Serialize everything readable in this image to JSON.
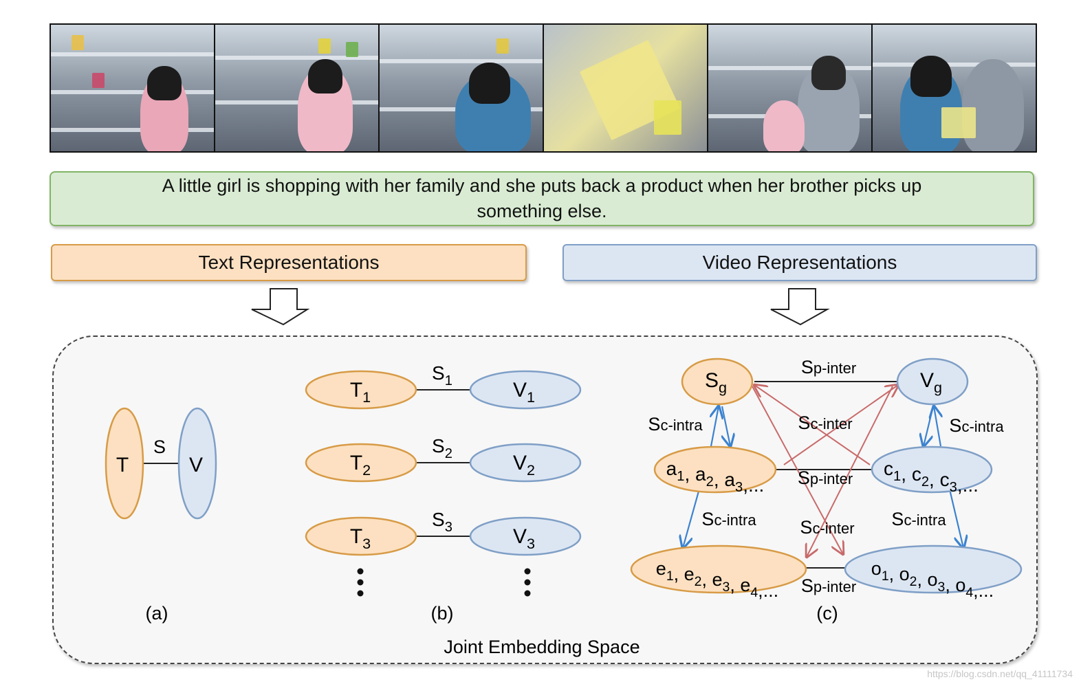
{
  "caption": "A little girl is shopping with her family and she puts back a product when her brother picks up something else.",
  "reps": {
    "text": "Text Representations",
    "video": "Video Representations"
  },
  "joint_label": "Joint Embedding Space",
  "panels": {
    "a": "(a)",
    "b": "(b)",
    "c": "(c)"
  },
  "panel_a": {
    "text_node": "T",
    "video_node": "V",
    "edge": "S"
  },
  "panel_b": {
    "pairs": [
      {
        "t": "T",
        "t_sub": "1",
        "v": "V",
        "v_sub": "1",
        "s": "S",
        "s_sub": "1"
      },
      {
        "t": "T",
        "t_sub": "2",
        "v": "V",
        "v_sub": "2",
        "s": "S",
        "s_sub": "2"
      },
      {
        "t": "T",
        "t_sub": "3",
        "v": "V",
        "v_sub": "3",
        "s": "S",
        "s_sub": "3"
      }
    ]
  },
  "panel_c": {
    "sg": {
      "base": "S",
      "sub": "g"
    },
    "vg": {
      "base": "V",
      "sub": "g"
    },
    "a_node": {
      "parts": [
        [
          "a",
          "1"
        ],
        [
          "a",
          "2"
        ],
        [
          "a",
          "3"
        ]
      ],
      "suffix": ",..."
    },
    "c_node": {
      "parts": [
        [
          "c",
          "1"
        ],
        [
          "c",
          "2"
        ],
        [
          "c",
          "3"
        ]
      ],
      "suffix": ",..."
    },
    "e_node": {
      "parts": [
        [
          "e",
          "1"
        ],
        [
          "e",
          "2"
        ],
        [
          "e",
          "3"
        ],
        [
          "e",
          "4"
        ]
      ],
      "suffix": ",..."
    },
    "o_node": {
      "parts": [
        [
          "o",
          "1"
        ],
        [
          "o",
          "2"
        ],
        [
          "o",
          "3"
        ],
        [
          "o",
          "4"
        ]
      ],
      "suffix": ",..."
    },
    "s_base": "S",
    "p_inter": "p-inter",
    "c_intra": "c-intra",
    "c_inter": "c-inter"
  },
  "colors": {
    "text_fill": "#fce0c1",
    "text_stroke": "#d79b47",
    "video_fill": "#dce6f3",
    "video_stroke": "#7f9fc6",
    "caption_fill": "#d9ecd3",
    "caption_stroke": "#82b366",
    "intra_arrow": "#3b82d0",
    "inter_arrow": "#c86a6a"
  },
  "watermark": "https://blog.csdn.net/qq_41111734"
}
